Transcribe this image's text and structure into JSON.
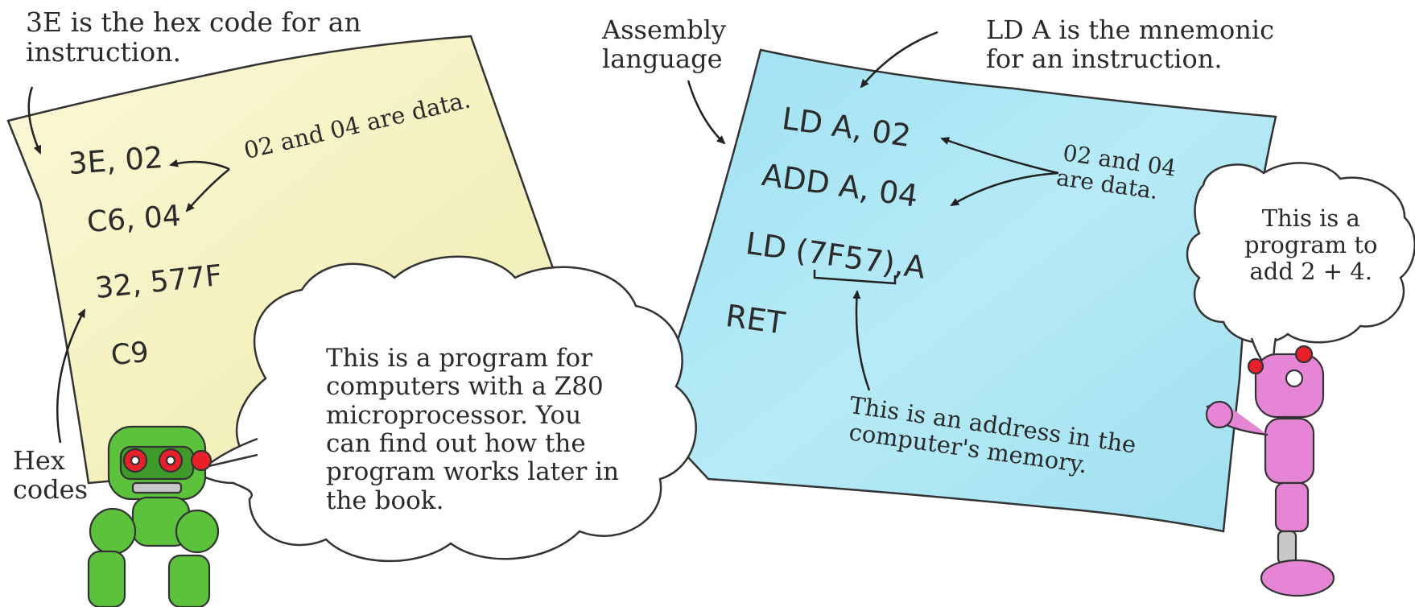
{
  "labels": {
    "hex_instruction_note": [
      "3E is the hex code for an",
      "instruction."
    ],
    "hex_codes_label": [
      "Hex",
      "codes"
    ],
    "assembly_label": [
      "Assembly",
      "language"
    ],
    "mnemonic_note": [
      "LD  A  is the mnemonic",
      "for an instruction."
    ],
    "hex_data_note": "02 and 04 are data.",
    "asm_data_note": [
      "02 and 04",
      "are data."
    ],
    "address_note": [
      "This is an address in the",
      "computer's memory."
    ]
  },
  "hex_program": [
    "3E, 02",
    "C6, 04",
    "32, 577F",
    "C9"
  ],
  "assembly_program": [
    "LD  A, 02",
    "ADD  A, 04",
    "LD  (7F57),A",
    "RET"
  ],
  "bubbles": {
    "green_robot": [
      "This is a program for",
      "computers with a Z80",
      "microprocessor. You",
      "can find out how the",
      "program works later in",
      "the book."
    ],
    "pink_robot": [
      "This is a",
      "program to",
      "add 2 + 4."
    ]
  },
  "colors": {
    "hex_sheet": "#f7f3c6",
    "asm_sheet": "#a9e4f2",
    "green_robot": "#5cc23c",
    "pink_robot": "#e684d6",
    "robot_eyes": "#e8202a"
  }
}
